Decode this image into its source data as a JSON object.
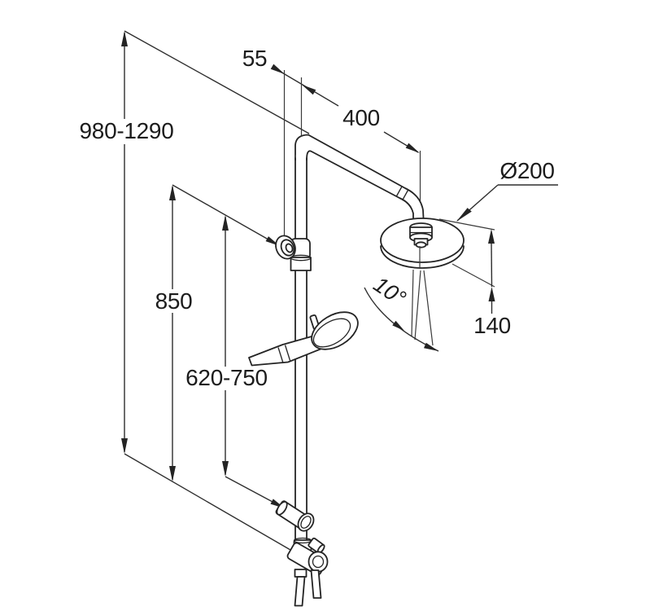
{
  "drawing": {
    "type": "technical-dimension-drawing",
    "subject": "shower column system with overhead rain shower and hand shower",
    "background_color": "#ffffff",
    "line_color": "#242424",
    "text_color": "#1c1c1c",
    "dimensions": {
      "overall_height": "980-1290",
      "wall_offset": "55",
      "arm_length": "400",
      "head_diameter": "Ø200",
      "upper_section_height": "850",
      "bracket_spacing": "620-750",
      "head_clearance": "140",
      "spray_angle": "10°"
    }
  }
}
